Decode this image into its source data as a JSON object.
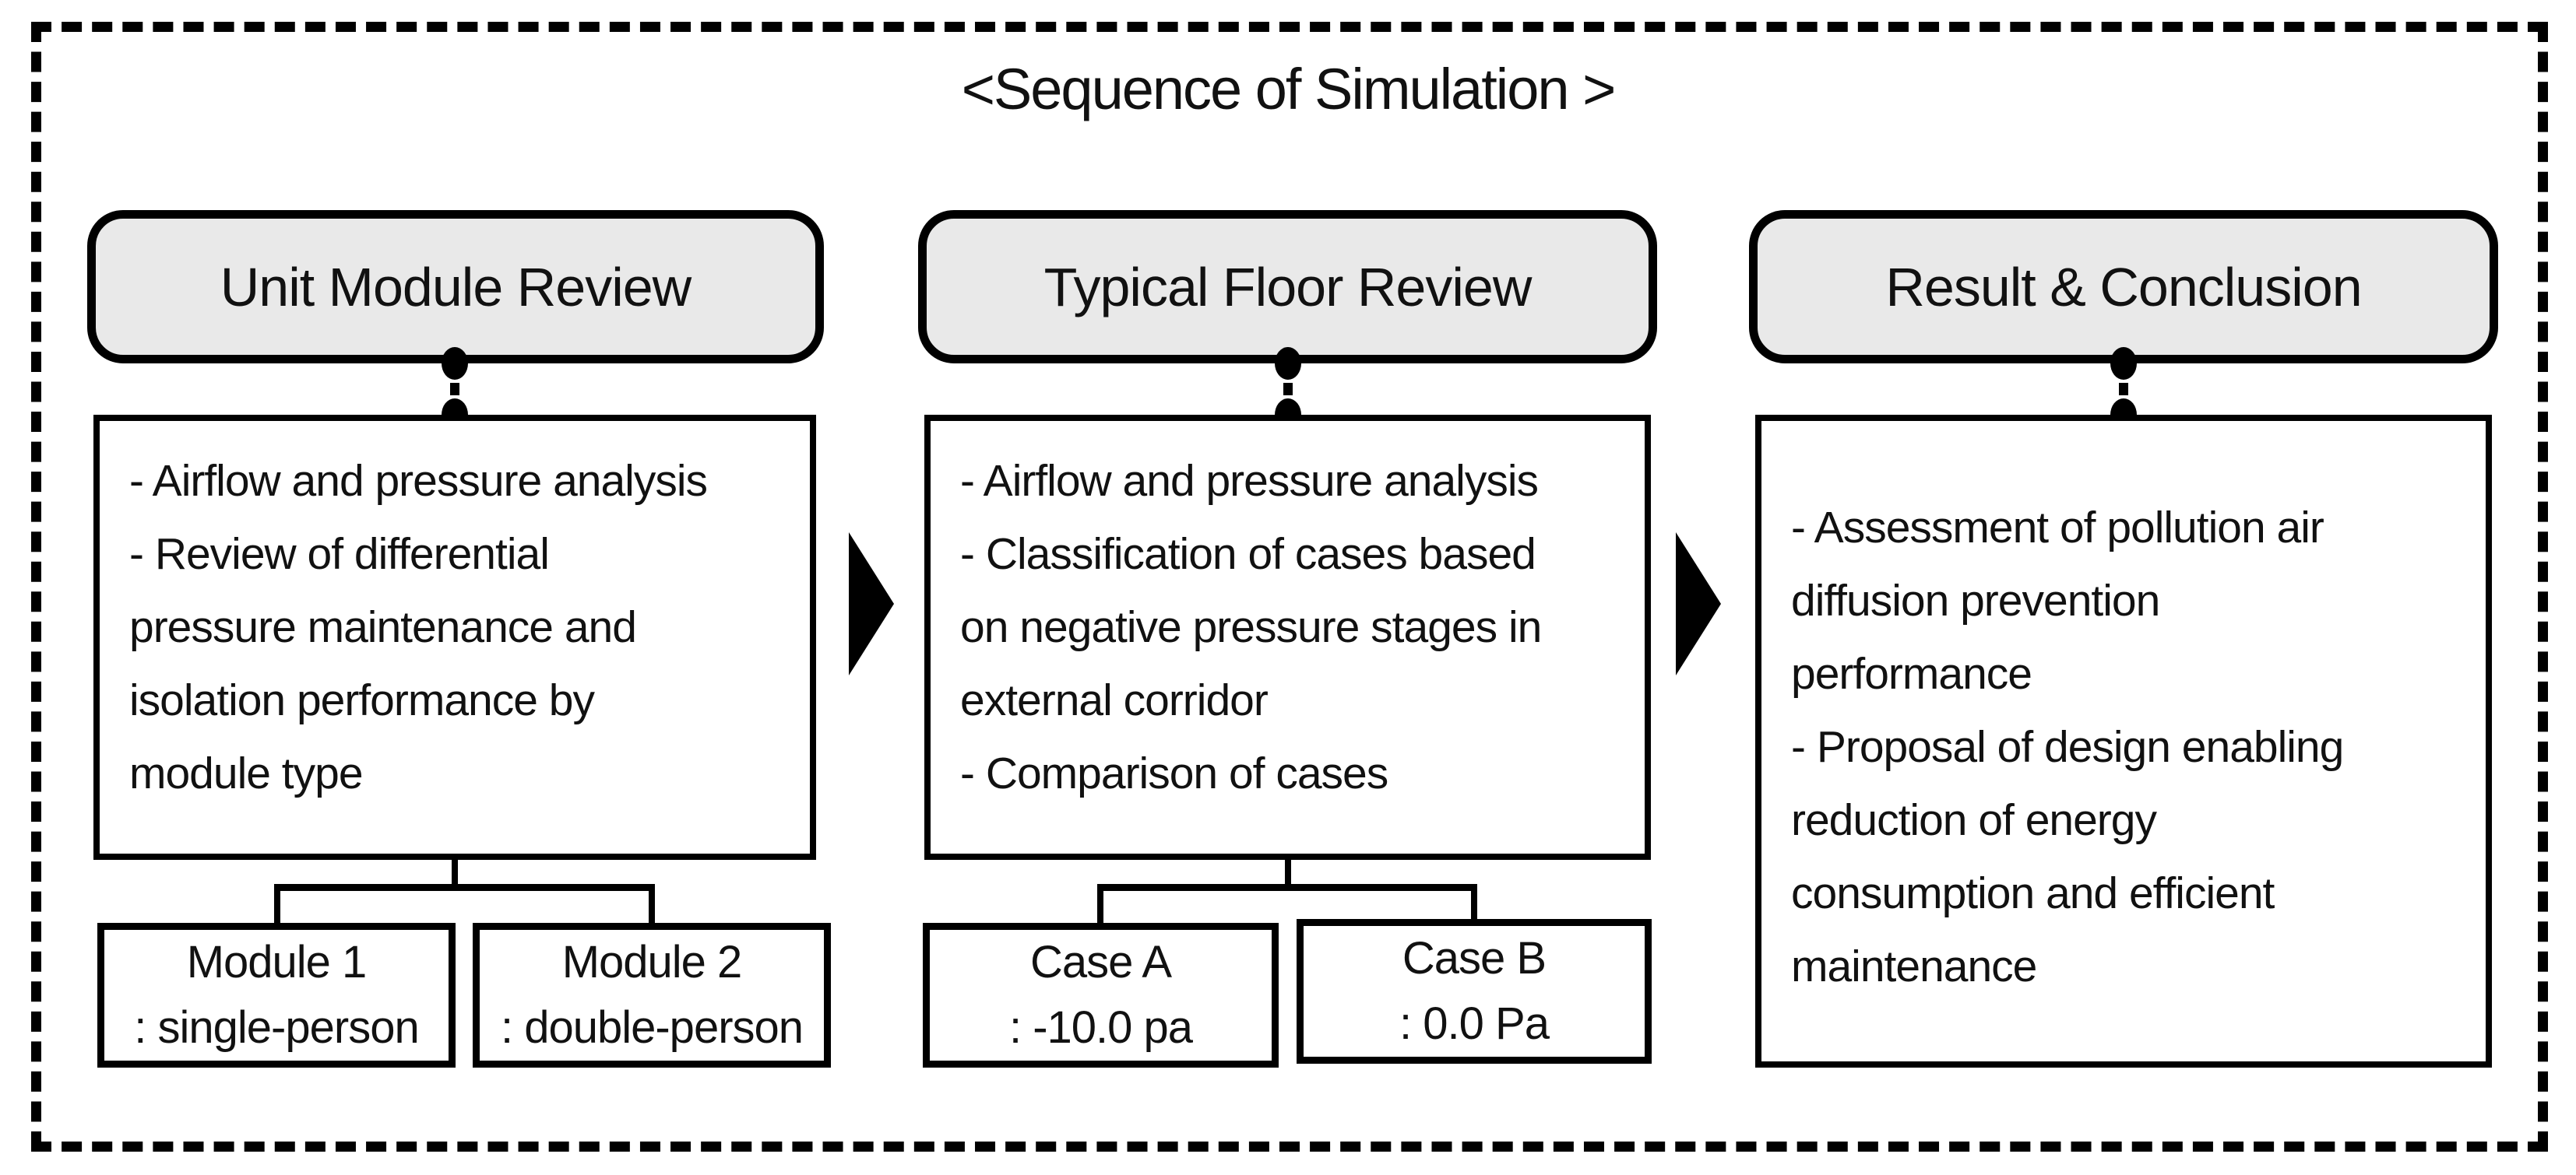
{
  "title": "<Sequence of Simulation >",
  "colors": {
    "header_fill": "#e9e9e9",
    "line": "#000000",
    "background": "#ffffff"
  },
  "columns": [
    {
      "header": "Unit Module Review",
      "lines": [
        "- Airflow and pressure analysis",
        "- Review of differential",
        "pressure maintenance and",
        "isolation performance by",
        "module type"
      ],
      "children": [
        {
          "title": "Module 1",
          "subtitle": ": single-person"
        },
        {
          "title": "Module 2",
          "subtitle": ": double-person"
        }
      ]
    },
    {
      "header": "Typical Floor Review",
      "lines": [
        "- Airflow and pressure analysis",
        "- Classification of cases based",
        "on negative pressure stages in",
        "external corridor",
        "- Comparison of cases"
      ],
      "children": [
        {
          "title": "Case A",
          "subtitle": ": -10.0 pa"
        },
        {
          "title": "Case B",
          "subtitle": ": 0.0 Pa"
        }
      ]
    },
    {
      "header": "Result & Conclusion",
      "lines": [
        "- Assessment of pollution air",
        "diffusion prevention",
        "performance",
        "- Proposal of design enabling",
        "reduction of energy",
        "consumption and efficient",
        "maintenance"
      ],
      "children": []
    }
  ]
}
